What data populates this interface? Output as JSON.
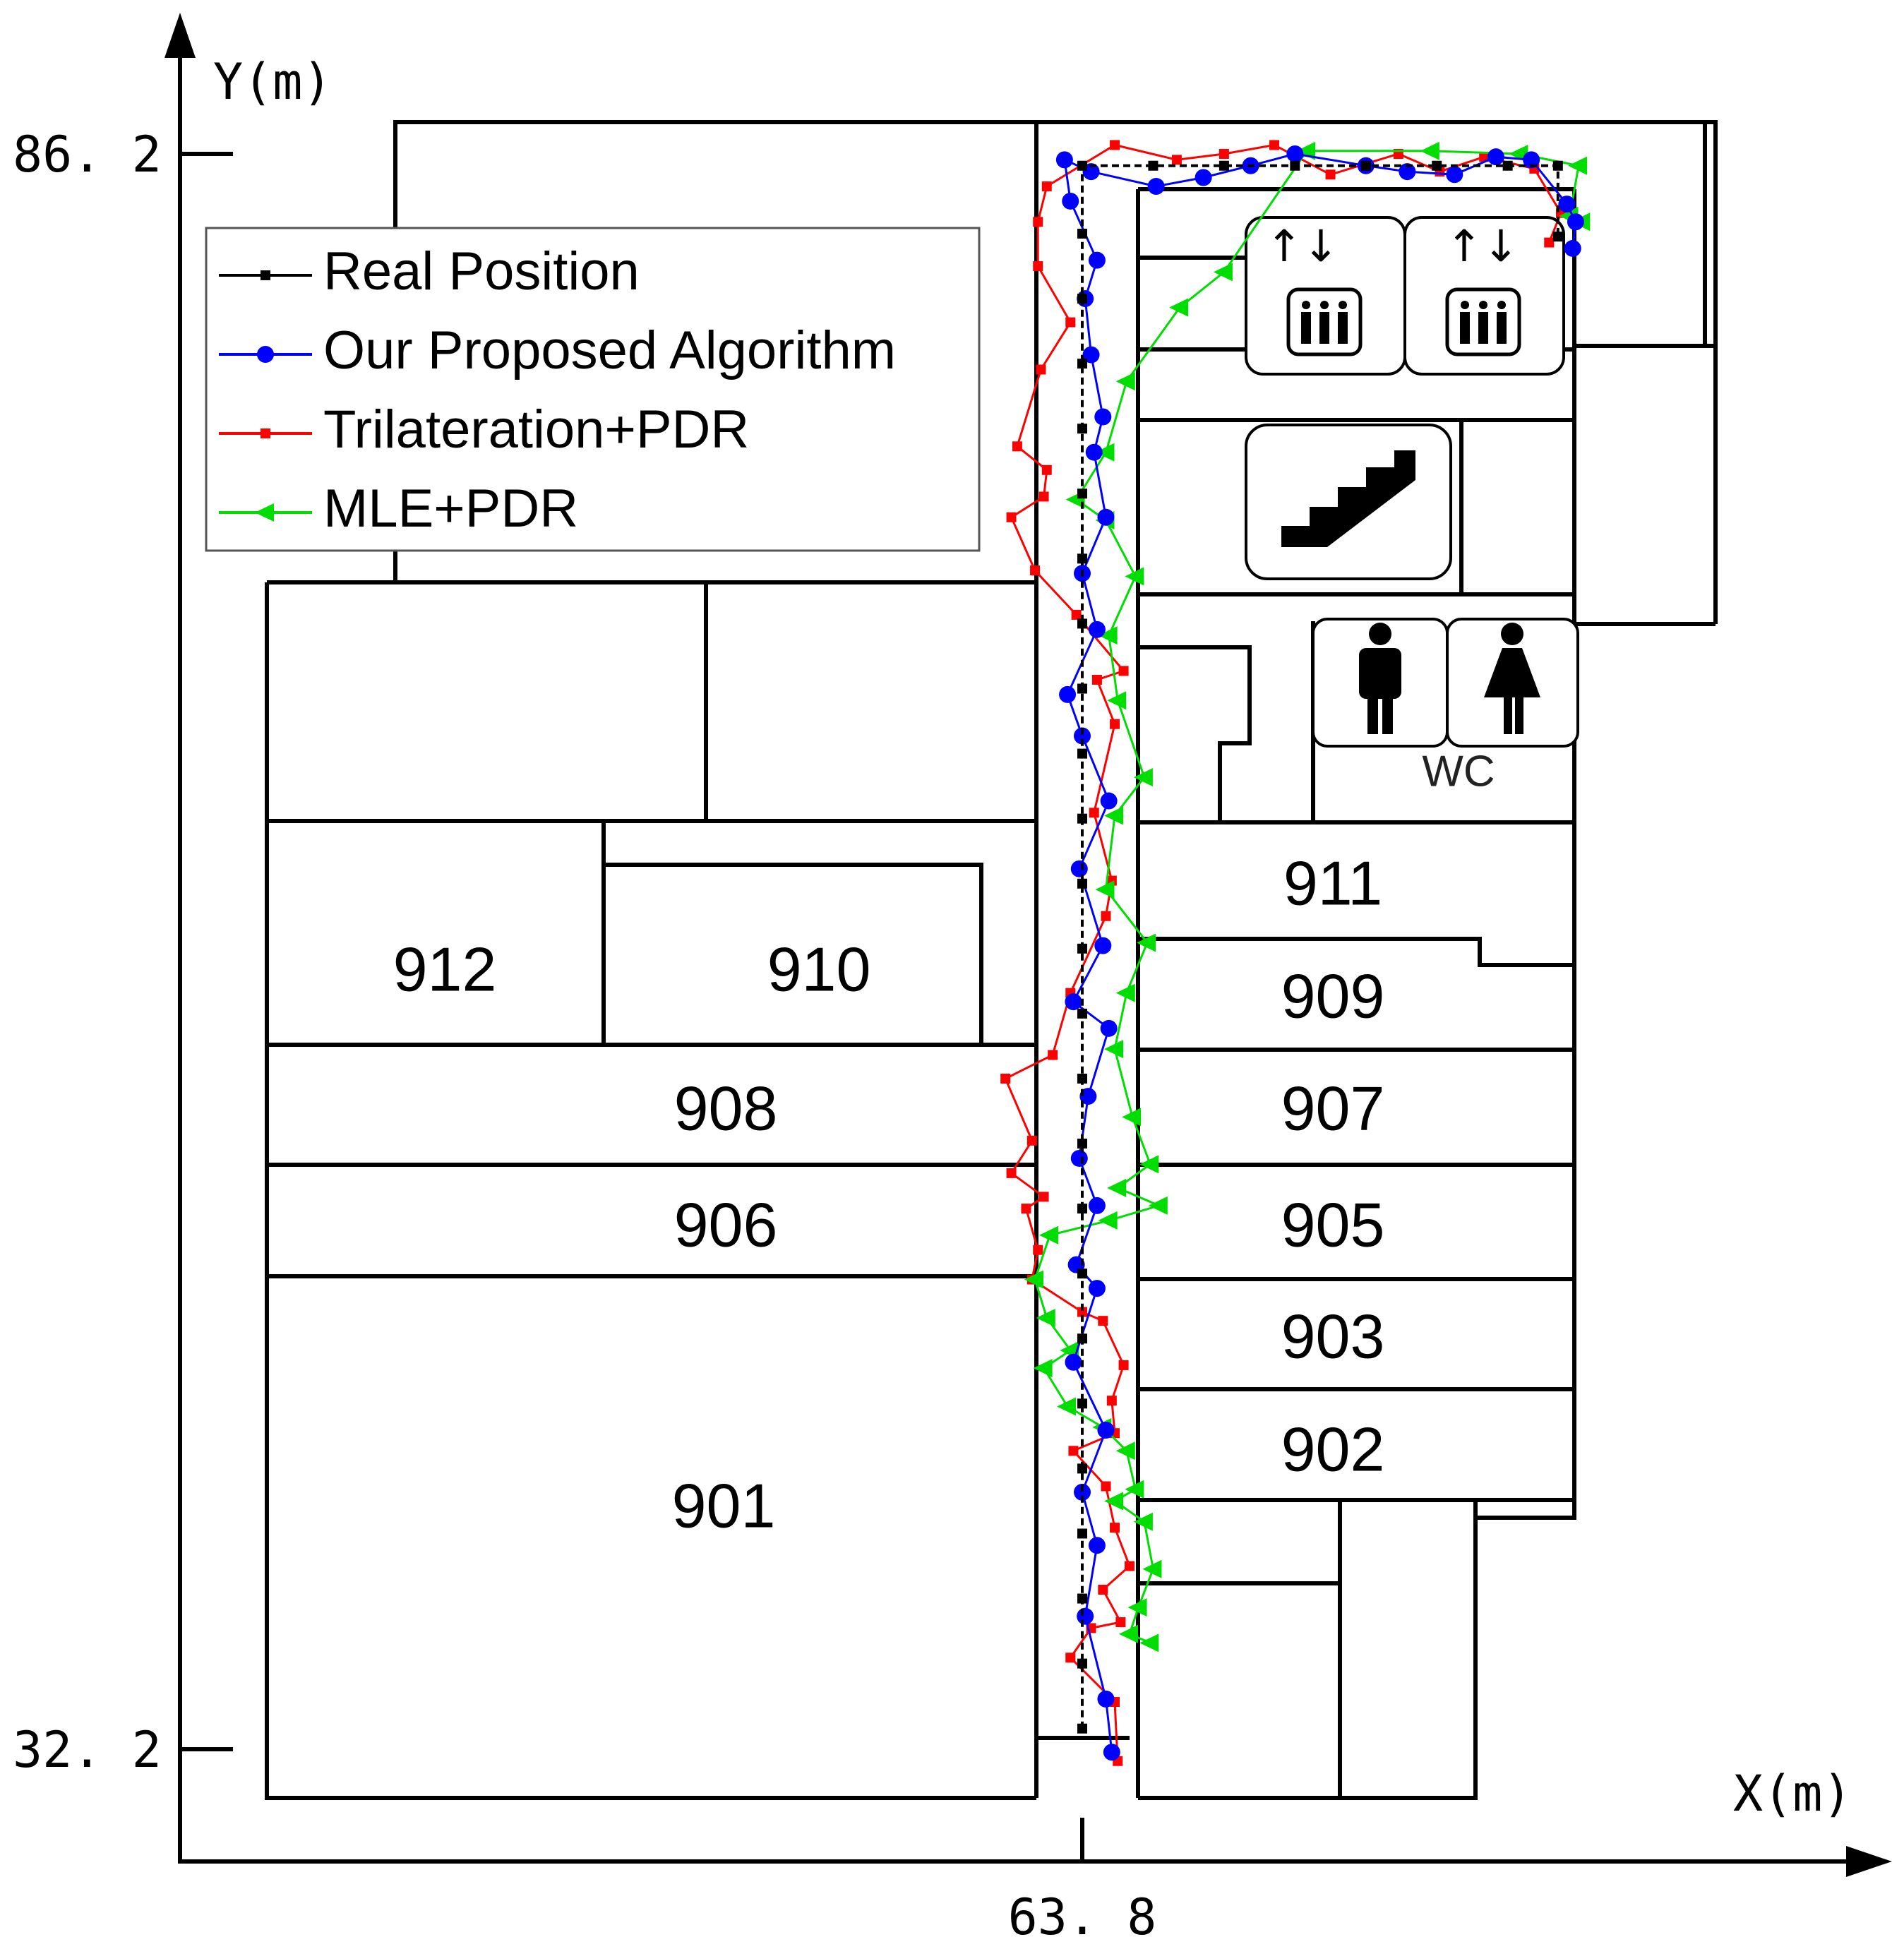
{
  "chart_data": {
    "type": "scatter",
    "title": "",
    "xlabel": "X(m)",
    "ylabel": "Y(m)",
    "x_ticks": [
      63.8
    ],
    "y_ticks": [
      32.2,
      86.2
    ],
    "legend": {
      "placement": "top-left",
      "entries": [
        "Real Position",
        "Our Proposed Algorithm",
        "Trilateration+PDR",
        "MLE+PDR"
      ]
    },
    "rooms": [
      "901",
      "902",
      "903",
      "905",
      "906",
      "907",
      "908",
      "909",
      "910",
      "911",
      "912"
    ],
    "wc_label": "WC",
    "series": [
      {
        "name": "Real Position",
        "color": "#000000",
        "marker": "square",
        "points": [
          [
            63.8,
            32.9
          ],
          [
            63.8,
            35.1
          ],
          [
            63.8,
            37.3
          ],
          [
            63.8,
            39.5
          ],
          [
            63.8,
            41.7
          ],
          [
            63.8,
            43.9
          ],
          [
            63.8,
            46.1
          ],
          [
            63.8,
            48.3
          ],
          [
            63.8,
            50.5
          ],
          [
            63.8,
            52.7
          ],
          [
            63.8,
            54.9
          ],
          [
            63.8,
            57.1
          ],
          [
            63.8,
            59.3
          ],
          [
            63.8,
            61.5
          ],
          [
            63.8,
            63.7
          ],
          [
            63.8,
            65.9
          ],
          [
            63.8,
            68.1
          ],
          [
            63.8,
            70.3
          ],
          [
            63.8,
            72.5
          ],
          [
            63.8,
            74.7
          ],
          [
            63.8,
            76.9
          ],
          [
            63.8,
            79.1
          ],
          [
            63.8,
            81.3
          ],
          [
            63.8,
            83.5
          ],
          [
            63.8,
            85.8
          ],
          [
            66.2,
            85.8
          ],
          [
            68.6,
            85.8
          ],
          [
            71.0,
            85.8
          ],
          [
            73.4,
            85.8
          ],
          [
            75.8,
            85.8
          ],
          [
            78.2,
            85.8
          ],
          [
            79.9,
            85.8
          ],
          [
            79.9,
            83.4
          ]
        ]
      },
      {
        "name": "Our Proposed Algorithm",
        "color": "#0000ff",
        "marker": "circle",
        "points": [
          [
            64.8,
            32.1
          ],
          [
            64.6,
            33.9
          ],
          [
            63.9,
            36.7
          ],
          [
            64.3,
            39.1
          ],
          [
            63.8,
            40.9
          ],
          [
            64.6,
            43.0
          ],
          [
            63.5,
            45.3
          ],
          [
            64.3,
            47.8
          ],
          [
            63.6,
            48.6
          ],
          [
            64.3,
            50.6
          ],
          [
            63.7,
            52.2
          ],
          [
            64.0,
            54.3
          ],
          [
            64.7,
            56.6
          ],
          [
            63.5,
            57.5
          ],
          [
            64.5,
            59.4
          ],
          [
            63.7,
            62.0
          ],
          [
            64.7,
            64.3
          ],
          [
            63.8,
            66.5
          ],
          [
            63.3,
            67.9
          ],
          [
            64.3,
            70.1
          ],
          [
            63.8,
            72.0
          ],
          [
            64.6,
            73.9
          ],
          [
            64.2,
            76.1
          ],
          [
            64.5,
            77.3
          ],
          [
            64.1,
            79.4
          ],
          [
            63.9,
            81.3
          ],
          [
            64.3,
            82.6
          ],
          [
            63.4,
            84.6
          ],
          [
            63.2,
            86.0
          ],
          [
            64.1,
            85.6
          ],
          [
            66.3,
            85.1
          ],
          [
            67.9,
            85.4
          ],
          [
            69.5,
            85.8
          ],
          [
            71.0,
            86.2
          ],
          [
            73.4,
            85.8
          ],
          [
            74.8,
            85.6
          ],
          [
            76.4,
            85.5
          ],
          [
            77.8,
            86.1
          ],
          [
            79.0,
            86.0
          ],
          [
            80.2,
            84.5
          ],
          [
            80.5,
            83.9
          ],
          [
            80.4,
            83.0
          ]
        ]
      },
      {
        "name": "Trilateration+PDR",
        "color": "#ff0000",
        "marker": "square",
        "points": [
          [
            65.0,
            31.8
          ],
          [
            64.9,
            33.8
          ],
          [
            63.4,
            35.3
          ],
          [
            64.1,
            36.3
          ],
          [
            65.1,
            36.5
          ],
          [
            64.5,
            37.6
          ],
          [
            65.4,
            38.4
          ],
          [
            64.9,
            39.7
          ],
          [
            64.6,
            41.1
          ],
          [
            63.5,
            42.3
          ],
          [
            64.9,
            42.9
          ],
          [
            64.8,
            44.0
          ],
          [
            65.2,
            45.2
          ],
          [
            64.5,
            46.7
          ],
          [
            63.8,
            47.0
          ],
          [
            62.1,
            48.1
          ],
          [
            62.3,
            49.1
          ],
          [
            61.9,
            50.5
          ],
          [
            62.5,
            50.9
          ],
          [
            61.4,
            51.7
          ],
          [
            62.1,
            52.8
          ],
          [
            61.2,
            54.9
          ],
          [
            62.8,
            55.7
          ],
          [
            63.4,
            57.8
          ],
          [
            64.6,
            60.4
          ],
          [
            64.8,
            61.6
          ],
          [
            64.2,
            63.9
          ],
          [
            64.9,
            66.9
          ],
          [
            64.3,
            68.4
          ],
          [
            65.2,
            68.7
          ],
          [
            63.6,
            70.6
          ],
          [
            62.2,
            72.1
          ],
          [
            61.4,
            73.9
          ],
          [
            62.5,
            74.6
          ],
          [
            62.6,
            75.5
          ],
          [
            61.6,
            76.3
          ],
          [
            62.4,
            78.9
          ],
          [
            63.4,
            80.5
          ],
          [
            62.3,
            82.4
          ],
          [
            62.3,
            83.9
          ],
          [
            62.6,
            85.1
          ],
          [
            64.9,
            86.5
          ],
          [
            67.0,
            86.0
          ],
          [
            68.6,
            86.2
          ],
          [
            70.3,
            86.5
          ],
          [
            72.2,
            85.5
          ],
          [
            74.5,
            86.2
          ],
          [
            75.9,
            85.6
          ],
          [
            77.4,
            86.1
          ],
          [
            79.1,
            85.7
          ],
          [
            80.0,
            84.2
          ],
          [
            79.6,
            83.2
          ]
        ]
      },
      {
        "name": "MLE+PDR",
        "color": "#00dd00",
        "marker": "triangle-left",
        "points": [
          [
            66.1,
            35.8
          ],
          [
            65.4,
            36.1
          ],
          [
            65.7,
            37.0
          ],
          [
            66.2,
            38.3
          ],
          [
            65.9,
            39.9
          ],
          [
            64.9,
            40.6
          ],
          [
            65.6,
            41.0
          ],
          [
            65.3,
            42.3
          ],
          [
            64.5,
            43.1
          ],
          [
            63.3,
            43.8
          ],
          [
            62.5,
            45.1
          ],
          [
            63.4,
            45.7
          ],
          [
            62.6,
            46.8
          ],
          [
            62.2,
            48.1
          ],
          [
            62.7,
            49.6
          ],
          [
            64.7,
            50.1
          ],
          [
            66.4,
            50.6
          ],
          [
            65.0,
            51.2
          ],
          [
            66.1,
            52.0
          ],
          [
            65.5,
            53.6
          ],
          [
            64.9,
            55.9
          ],
          [
            65.3,
            57.8
          ],
          [
            66.0,
            59.5
          ],
          [
            64.6,
            61.3
          ],
          [
            64.9,
            63.8
          ],
          [
            65.9,
            65.1
          ],
          [
            65.0,
            67.7
          ],
          [
            64.7,
            69.9
          ],
          [
            65.6,
            71.9
          ],
          [
            64.6,
            73.8
          ],
          [
            63.6,
            74.5
          ],
          [
            64.6,
            76.1
          ],
          [
            65.3,
            78.5
          ],
          [
            67.1,
            81.0
          ],
          [
            68.6,
            82.2
          ],
          [
            71.4,
            86.3
          ],
          [
            75.6,
            86.3
          ],
          [
            78.6,
            86.2
          ],
          [
            80.6,
            85.8
          ],
          [
            80.3,
            84.1
          ],
          [
            80.7,
            83.9
          ]
        ]
      }
    ]
  }
}
